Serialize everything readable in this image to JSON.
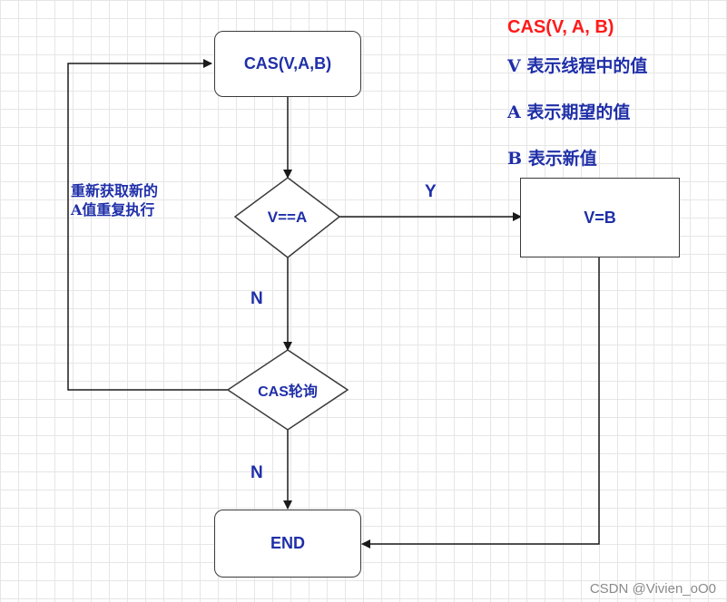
{
  "legend": {
    "title": "CAS(V, A, B)",
    "items": [
      {
        "key": "V",
        "text": "表示线程中的值"
      },
      {
        "key": "A",
        "text": "表示期望的值"
      },
      {
        "key": "B",
        "text": "表示新值"
      }
    ]
  },
  "nodes": {
    "cas": "CAS(V,A,B)",
    "compare": "V==A",
    "assign": "V=B",
    "poll": "CAS轮询",
    "end": "END"
  },
  "edge_labels": {
    "yes": "Y",
    "no_1": "N",
    "no_2": "N",
    "retry_line1": "重新获取新的",
    "retry_line2": "A值重复执行"
  },
  "watermark": "CSDN @Vivien_oO0"
}
